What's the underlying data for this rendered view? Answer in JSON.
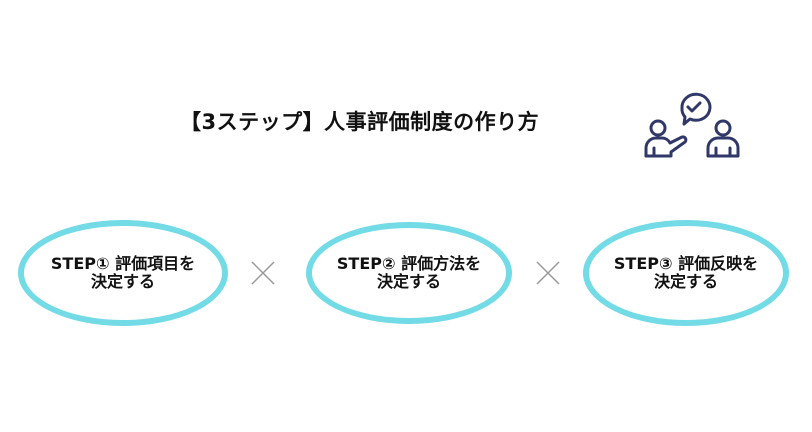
{
  "title": "【3ステップ】人事評価制度の作り方",
  "icons": {
    "header": "consultation-checkmark-icon",
    "separator": "multiply-icon"
  },
  "steps": [
    {
      "line1": "STEP① 評価項目を",
      "line2": "決定する"
    },
    {
      "line1": "STEP② 評価方法を",
      "line2": "決定する"
    },
    {
      "line1": "STEP③ 評価反映を",
      "line2": "決定する"
    }
  ],
  "colors": {
    "ellipse_border": "#72dbe6",
    "icon_stroke": "#2f3868",
    "text": "#111111",
    "separator": "#999999"
  }
}
